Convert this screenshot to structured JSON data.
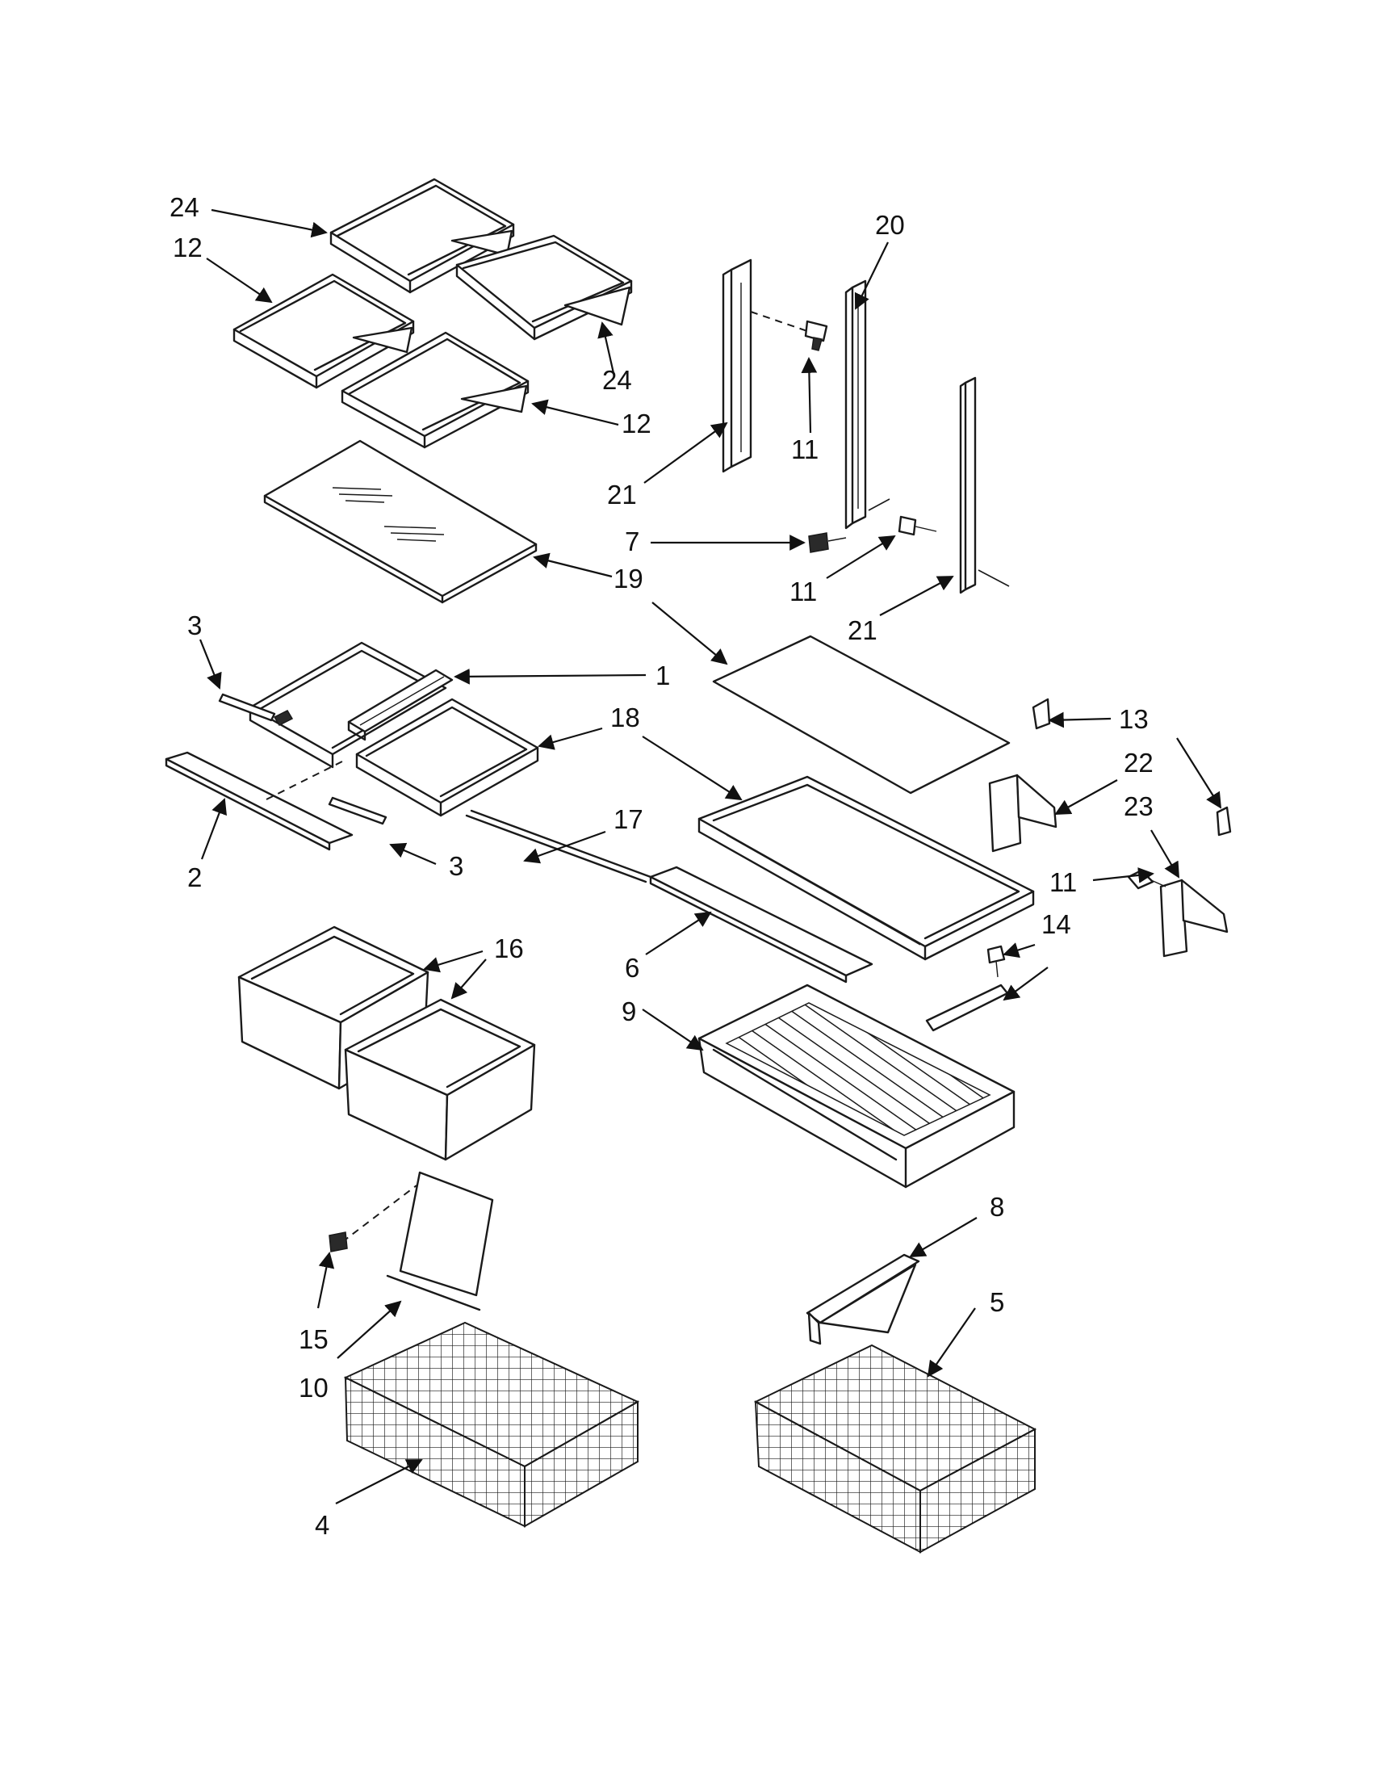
{
  "colors": {
    "ink": "#1a1a1a",
    "paper": "#ffffff"
  },
  "callouts": [
    {
      "id": "c24a",
      "text": "24"
    },
    {
      "id": "c12a",
      "text": "12"
    },
    {
      "id": "c24b",
      "text": "24"
    },
    {
      "id": "c12b",
      "text": "12"
    },
    {
      "id": "c20",
      "text": "20"
    },
    {
      "id": "c11a",
      "text": "11"
    },
    {
      "id": "c21a",
      "text": "21"
    },
    {
      "id": "c7",
      "text": "7"
    },
    {
      "id": "c19",
      "text": "19"
    },
    {
      "id": "c11b",
      "text": "11"
    },
    {
      "id": "c21b",
      "text": "21"
    },
    {
      "id": "c3a",
      "text": "3"
    },
    {
      "id": "c1",
      "text": "1"
    },
    {
      "id": "c18",
      "text": "18"
    },
    {
      "id": "c13",
      "text": "13"
    },
    {
      "id": "c22",
      "text": "22"
    },
    {
      "id": "c23",
      "text": "23"
    },
    {
      "id": "c17",
      "text": "17"
    },
    {
      "id": "c2",
      "text": "2"
    },
    {
      "id": "c3b",
      "text": "3"
    },
    {
      "id": "c11c",
      "text": "11"
    },
    {
      "id": "c14",
      "text": "14"
    },
    {
      "id": "c6",
      "text": "6"
    },
    {
      "id": "c16",
      "text": "16"
    },
    {
      "id": "c9",
      "text": "9"
    },
    {
      "id": "c8",
      "text": "8"
    },
    {
      "id": "c5",
      "text": "5"
    },
    {
      "id": "c15",
      "text": "15"
    },
    {
      "id": "c10",
      "text": "10"
    },
    {
      "id": "c4",
      "text": "4"
    }
  ]
}
